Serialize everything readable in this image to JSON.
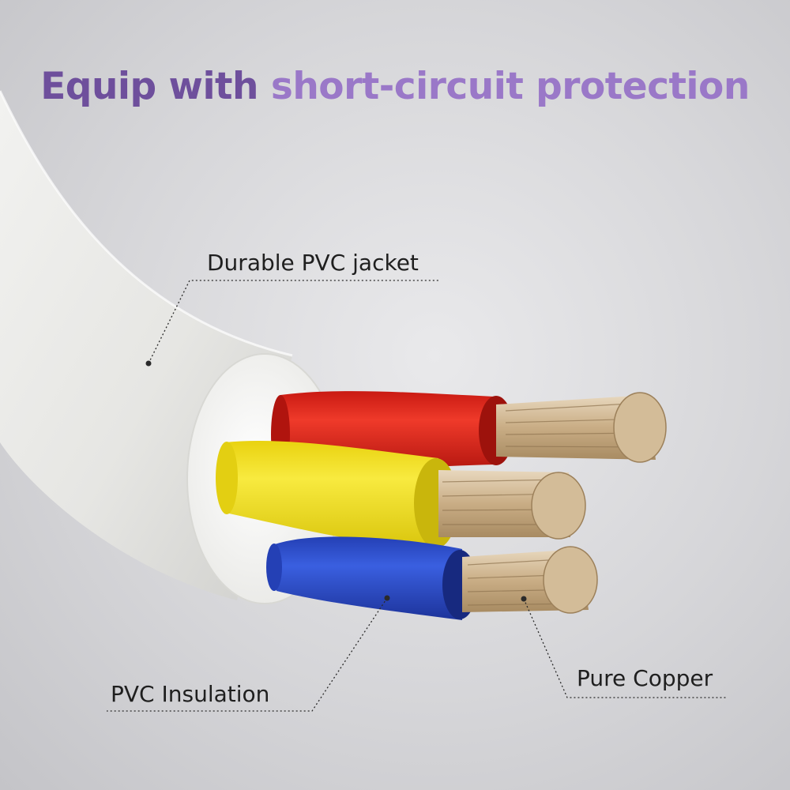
{
  "headline": {
    "part1": "Equip with ",
    "part2": "short-circuit protection"
  },
  "labels": {
    "jacket": "Durable PVC jacket",
    "insulation": "PVC Insulation",
    "copper": "Pure Copper"
  },
  "colors": {
    "headline_dark": "#6e4f9c",
    "headline_light": "#9a78c8",
    "jacket": "#ebebe8",
    "wire_red": "#e0271c",
    "wire_yellow": "#f1df24",
    "wire_blue": "#2f4fc8",
    "copper": "#d9c4a4"
  }
}
